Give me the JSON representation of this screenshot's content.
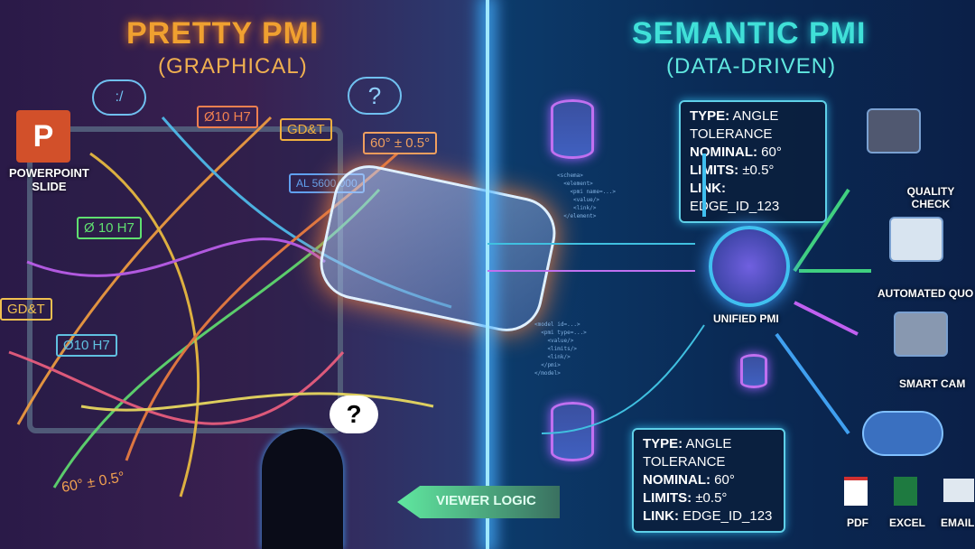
{
  "left": {
    "title": "PRETTY PMI",
    "subtitle": "(GRAPHICAL)",
    "powerpoint_label": "POWERPOINT\nSLIDE",
    "powerpoint_icon": "P",
    "tags": [
      "Ø10 H7",
      "GD&T",
      "60° ± 0.5°",
      "AL 5600 000",
      "Ø 10 H7",
      "GD&T",
      "Ø10 H7",
      "60° ± 0.5°"
    ],
    "bubble_text": "?",
    "small_bubble": ":/"
  },
  "right": {
    "title": "SEMANTIC PMI",
    "subtitle": "(DATA-DRIVEN)",
    "info_top": {
      "type_k": "TYPE:",
      "type_v": " ANGLE TOLERANCE",
      "nom_k": "NOMINAL:",
      "nom_v": " 60°",
      "lim_k": "LIMITS:",
      "lim_v": " ±0.5°",
      "link_k": "LINK:",
      "link_v": " EDGE_ID_123"
    },
    "info_bottom": {
      "type_k": "TYPE:",
      "type_v": " ANGLE TOLERANCE",
      "nom_k": "NOMINAL:",
      "nom_v": " 60°",
      "lim_k": "LIMITS:",
      "lim_v": " ±0.5°",
      "link_k": "LINK:",
      "link_v": " EDGE_ID_123"
    },
    "hub": "UNIFIED PMI",
    "outputs": [
      "QUALITY CHECK",
      "AUTOMATED QUO",
      "SMART CAM"
    ],
    "files": [
      "PDF",
      "EXCEL",
      "EMAIL"
    ]
  },
  "viewer_logic": "VIEWER LOGIC",
  "person_thought": "?",
  "colors": {
    "left_title": "#f0a030",
    "right_title": "#40e0d8",
    "divider": "#9fe8ff"
  }
}
